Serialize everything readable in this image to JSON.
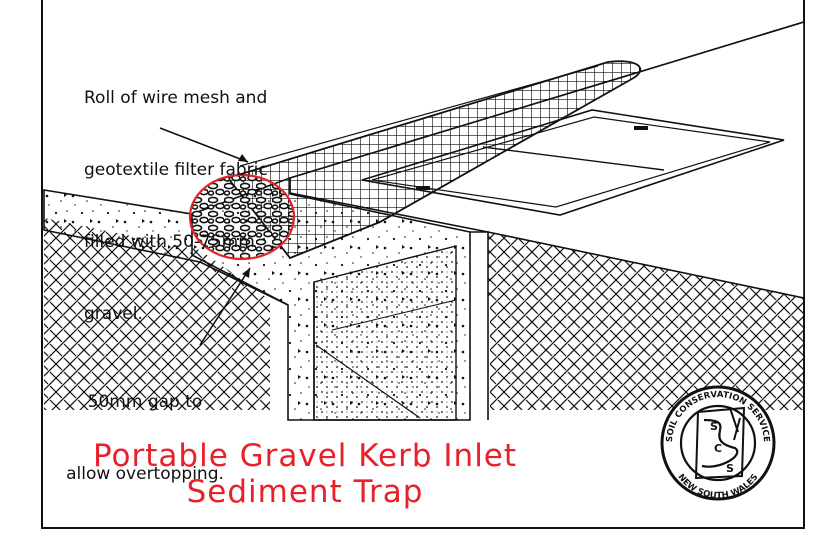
{
  "labels": {
    "mesh": [
      "Roll of wire mesh and",
      "geotextile filter fabric",
      "filled with 50-75mm",
      "gravel."
    ],
    "gap": [
      "50mm gap to",
      "allow overtopping."
    ]
  },
  "title": [
    "Portable Gravel Kerb Inlet",
    "Sediment Trap"
  ],
  "logo": {
    "ring_text_top": "SOIL CONSERVATION SERVICE",
    "ring_text_bottom": "NEW SOUTH WALES",
    "inner_letters": [
      "S",
      "C",
      "S"
    ]
  },
  "colors": {
    "title": "#e8202a",
    "roll_outline": "#e8202a",
    "line": "#111111"
  }
}
